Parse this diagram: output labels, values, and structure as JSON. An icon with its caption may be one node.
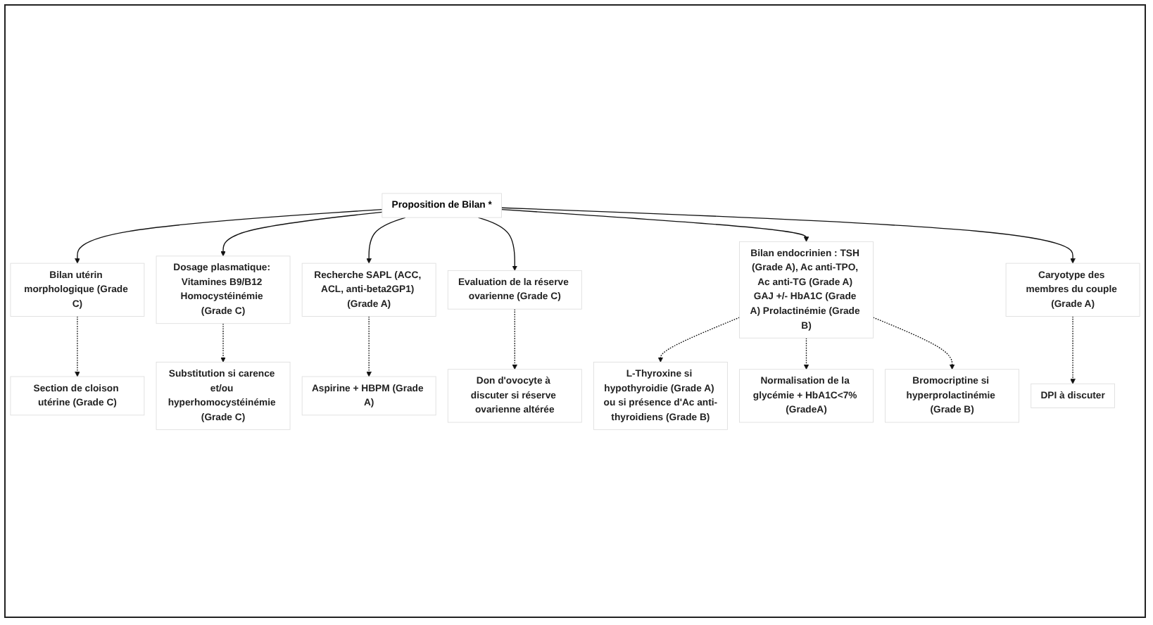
{
  "diagram": {
    "nodes": [
      {
        "text": [
          "Proposition de Bilan *"
        ]
      },
      {
        "text": [
          "Bilan utérin morphologique (Grade C)"
        ]
      },
      {
        "text": [
          "Dosage plasmatique: Vitamines B9/B12 Homocystéinémie (Grade C)"
        ]
      },
      {
        "text": [
          "Recherche SAPL (ACC, ACL, anti-beta2GP1) (Grade A)"
        ]
      },
      {
        "text": [
          "Evaluation de la réserve ovarienne (Grade C)"
        ]
      },
      {
        "text": [
          "Section de cloison utérine (Grade C)"
        ]
      },
      {
        "text": [
          "Substitution si carence et/ou hyperhomocystéinémie (Grade C)"
        ]
      },
      {
        "text": [
          "Aspirine + HBPM (Grade A)"
        ]
      },
      {
        "text": [
          "Don d'ovocyte à discuter si réserve ovarienne altérée"
        ]
      },
      {
        "text": [
          "L-Thyroxine si hypothyroidie (Grade A) ou si présence d'Ac anti-thyroidiens (Grade B)"
        ]
      },
      {
        "text": [
          "Normalisation de la glycémie + HbA1C<7% (GradeA)"
        ]
      },
      {
        "text": [
          "Bromocriptine si hyperprolactinémie (Grade B)"
        ]
      },
      {
        "text": [
          "Bilan endocrinien : TSH (Grade A), Ac anti-TPO, Ac anti-TG (Grade A) GAJ +/- HbA1C (Grade A) Prolactinémie (Grade B)"
        ]
      },
      {
        "text": [
          "Caryotype des membres du couple (Grade A)"
        ]
      },
      {
        "text": [
          "DPI à discuter"
        ]
      }
    ],
    "edges": [
      {
        "from": 0,
        "to": 1,
        "arrow": "to"
      },
      {
        "from": 0,
        "to": 2,
        "arrow": "to"
      },
      {
        "from": 0,
        "to": 3,
        "arrow": "to"
      },
      {
        "from": 0,
        "to": 4,
        "arrow": "to"
      },
      {
        "from": 0,
        "to": 12,
        "arrow": "to"
      },
      {
        "from": 0,
        "to": 13,
        "arrow": "to"
      },
      {
        "from": 1,
        "to": 5,
        "arrow": "to",
        "style": "dashed"
      },
      {
        "from": 2,
        "to": 6,
        "arrow": "to",
        "style": "dashed"
      },
      {
        "from": 3,
        "to": 7,
        "arrow": "to",
        "style": "dashed"
      },
      {
        "from": 4,
        "to": 8,
        "arrow": "to",
        "style": "dashed"
      },
      {
        "from": 12,
        "to": 9,
        "arrow": "to",
        "style": "dashed"
      },
      {
        "from": 12,
        "to": 10,
        "arrow": "to",
        "style": "dashed"
      },
      {
        "from": 12,
        "to": 11,
        "arrow": "to",
        "style": "dashed"
      },
      {
        "from": 13,
        "to": 14,
        "arrow": "to",
        "style": "dashed"
      }
    ]
  }
}
